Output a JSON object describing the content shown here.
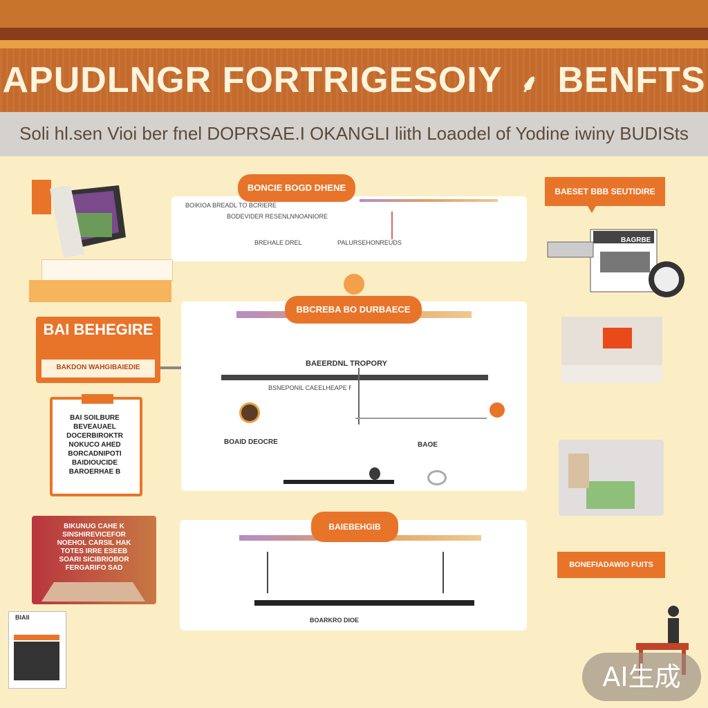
{
  "header": {
    "title": "APUDLNGR FORTRIGESOIY",
    "title_suffix": "BENFTS",
    "subtitle": "Soli hl.sen Vioi ber fnel DOPRSAE.I OKANGLI liith Loaodel of Yodine iwiny BUDISts"
  },
  "colors": {
    "accent": "#e8742a",
    "background": "#fbeec4",
    "title_band": "#c46a2c",
    "subtitle_band": "#d5d2cd"
  },
  "left": {
    "orange_card_head": "BAI BEHEGIRE",
    "orange_card_sub": "BAKDON WAHGIBAIEDIE",
    "note_lines": [
      "BAI SOILBURE",
      "BEVEAUAEL",
      "DOCERBIROKTR",
      "NOKUCO AHED",
      "BORCADNIPOTI",
      "BAIDIOUCIDE",
      "BAROERHAE B"
    ],
    "red_card_lines": [
      "BIKUNUG CAHE K SINSHIREVICEFOR",
      "NOEHOL CARSIL HAK",
      "TOTES IRRE ESEEB",
      "SOARI SICIBRIOBOR",
      "FERGARIFO SAD"
    ],
    "booklet_label": "BIAII"
  },
  "center": {
    "panel1_pill": "BONCIE BOGD DHENE",
    "panel1_lines": [
      "BOIKIOA BREADL TO BCRIERE",
      "BODEVIDER RESENLNNOANIORE",
      "BREHALE DREL",
      "PALURSEHONREUDS"
    ],
    "panel2_pill": "BBCREBA BO DURBAECE",
    "panel2_heading": "BAEERDNL TROPORY",
    "panel2_sub": "BSNEPONIL CAEELHEAPE RCROKE",
    "panel2_caption_left": "BOAID DEOCRE",
    "panel2_caption_right": "BAOE",
    "panel3_pill": "BAIEBEHGIB",
    "panel3_caption": "BOARKRO DIOE"
  },
  "right": {
    "label_top": "BAESET BBB SEUTIDIRE",
    "machine_label": "BAGRBE",
    "label_bottom": "BONEFIADAWIO FUITS"
  },
  "badge": {
    "text": "AI生成"
  }
}
